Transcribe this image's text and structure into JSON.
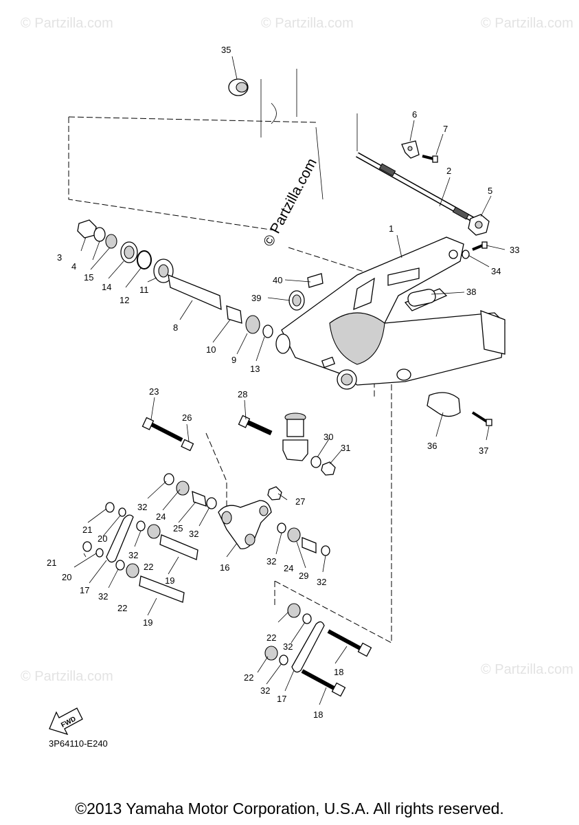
{
  "diagram_code": "3P64110-E240",
  "copyright": "©2013 Yamaha Motor Corporation, U.S.A. All rights reserved.",
  "watermark": "© Partzilla.com",
  "fwd_label": "FWD",
  "callouts": {
    "c1": "1",
    "c2": "2",
    "c3": "3",
    "c4": "4",
    "c5": "5",
    "c6": "6",
    "c7": "7",
    "c8": "8",
    "c9": "9",
    "c10": "10",
    "c11": "11",
    "c12": "12",
    "c13": "13",
    "c14": "14",
    "c15": "15",
    "c16": "16",
    "c17a": "17",
    "c17b": "17",
    "c18a": "18",
    "c18b": "18",
    "c19a": "19",
    "c19b": "19",
    "c20a": "20",
    "c20b": "20",
    "c21a": "21",
    "c21b": "21",
    "c22a": "22",
    "c22b": "22",
    "c22c": "22",
    "c22d": "22",
    "c23": "23",
    "c24a": "24",
    "c24b": "24",
    "c25": "25",
    "c26": "26",
    "c27": "27",
    "c28": "28",
    "c29": "29",
    "c30": "30",
    "c31": "31",
    "c32a": "32",
    "c32b": "32",
    "c32c": "32",
    "c32d": "32",
    "c32e": "32",
    "c32f": "32",
    "c32g": "32",
    "c32h": "32",
    "c33": "33",
    "c34": "34",
    "c35": "35",
    "c36": "36",
    "c37": "37",
    "c38": "38",
    "c39": "39",
    "c40": "40"
  }
}
